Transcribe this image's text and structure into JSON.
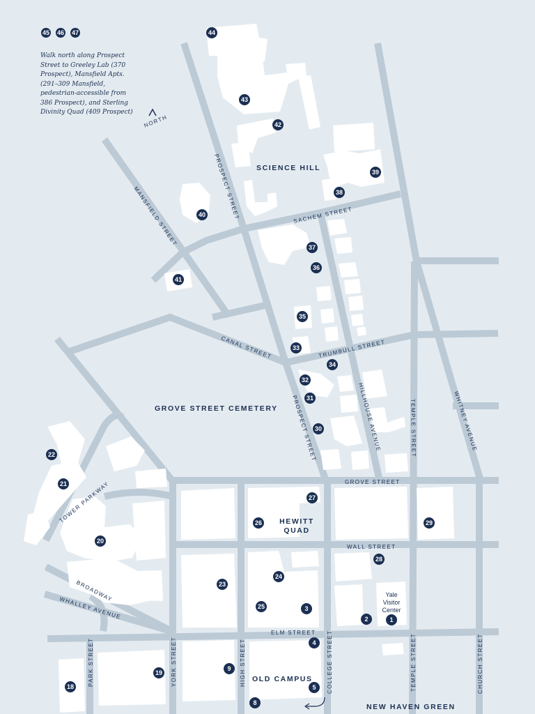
{
  "legend": {
    "extra_pins": [
      "45",
      "46",
      "47"
    ],
    "note": "Walk north along Prospect Street to Greeley Lab (370 Prospect), Mansfield Apts. (291–309 Mansfield, pedestrian-accessible from 386 Prospect), and Sterling Divinity Quad (409 Prospect)"
  },
  "north_label": "NORTH",
  "areas": {
    "science_hill": "SCIENCE HILL",
    "grove_street_cemetery": "GROVE STREET CEMETERY",
    "hewitt_quad_1": "HEWITT",
    "hewitt_quad_2": "QUAD",
    "old_campus": "OLD CAMPUS",
    "new_haven_green": "NEW HAVEN GREEN",
    "visitor_center_1": "Yale",
    "visitor_center_2": "Visitor",
    "visitor_center_3": "Center"
  },
  "streets": {
    "prospect_upper": "PROSPECT STREET",
    "prospect_lower": "PROSPECT STREET",
    "mansfield": "MANSFIELD STREET",
    "sachem": "SACHEM STREET",
    "canal": "CANAL STREET",
    "trumbull": "TRUMBULL STREET",
    "hillhouse": "HILLHOUSE AVENUE",
    "temple_upper": "TEMPLE STREET",
    "temple_lower": "TEMPLE STREET",
    "whitney": "WHITNEY AVENUE",
    "grove": "GROVE STREET",
    "wall": "WALL STREET",
    "elm": "ELM STREET",
    "tower": "TOWER PARKWAY",
    "broadway": "BROADWAY",
    "whalley": "WHALLEY AVENUE",
    "park": "PARK STREET",
    "york": "YORK STREET",
    "high": "HIGH STREET",
    "college": "COLLEGE STREET",
    "church": "CHURCH STREET"
  },
  "pins": {
    "p1": "1",
    "p2": "2",
    "p3": "3",
    "p4": "4",
    "p5": "5",
    "p8": "8",
    "p9": "9",
    "p18": "18",
    "p19": "19",
    "p20": "20",
    "p21": "21",
    "p22": "22",
    "p23": "23",
    "p24": "24",
    "p25": "25",
    "p26": "26",
    "p27": "27",
    "p28": "28",
    "p29": "29",
    "p30": "30",
    "p31": "31",
    "p32": "32",
    "p33": "33",
    "p34": "34",
    "p35": "35",
    "p36": "36",
    "p37": "37",
    "p38": "38",
    "p39": "39",
    "p40": "40",
    "p41": "41",
    "p42": "42",
    "p43": "43",
    "p44": "44"
  },
  "colors": {
    "background": "#e4ebf0",
    "road": "#bccad6",
    "building": "#ffffff",
    "ink": "#1b2f52"
  }
}
